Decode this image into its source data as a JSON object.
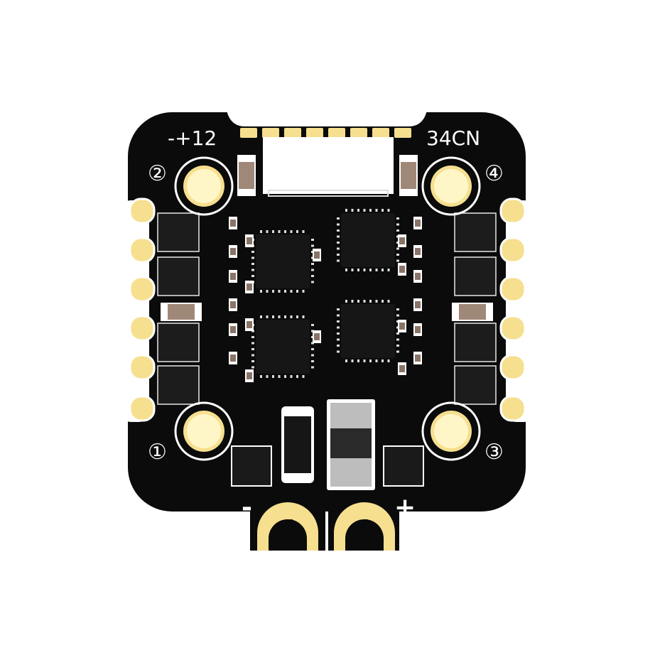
{
  "board": {
    "top_left_label": "-+12",
    "top_right_label": "34CN",
    "motor_labels": [
      "①",
      "②",
      "③",
      "④"
    ],
    "power_minus": "-",
    "power_plus": "+"
  },
  "colors": {
    "pcb": "#0b0b0b",
    "gold_pad": "#f6df8f",
    "hole_fill": "#fff6c8",
    "silkscreen": "#ffffff",
    "capacitor": "#a08878",
    "connector": "#ffffff"
  }
}
